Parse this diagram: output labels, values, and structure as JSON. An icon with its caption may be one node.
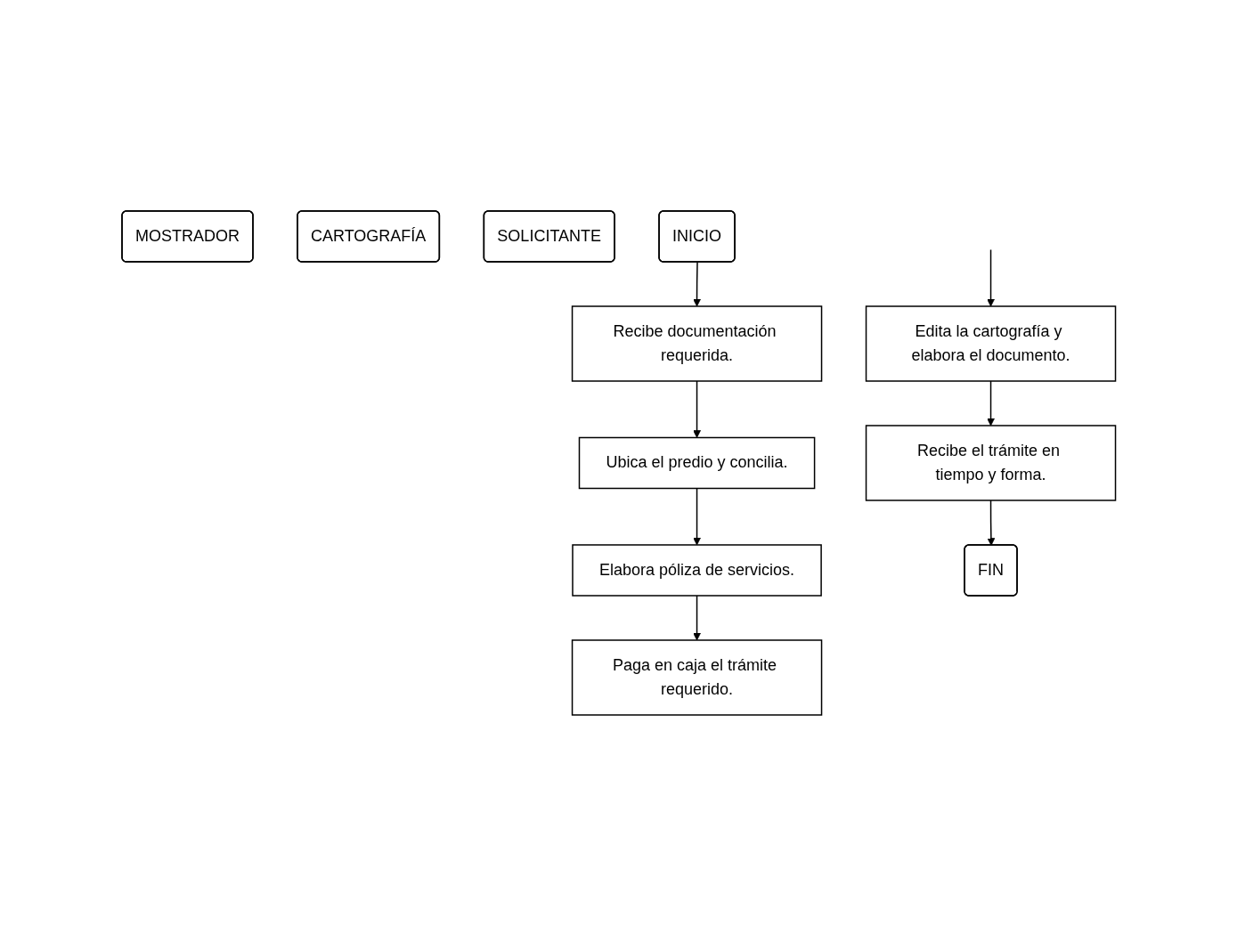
{
  "diagram": {
    "nodes": [
      {
        "text": [
          "MOSTRADOR"
        ]
      },
      {
        "text": [
          "CARTOGRAFÍA"
        ]
      },
      {
        "text": [
          "SOLICITANTE"
        ]
      },
      {
        "text": [
          "INICIO"
        ]
      },
      {
        "text": [
          "Recibe documentación requerida."
        ]
      },
      {
        "text": [
          "Ubica el predio y concilia."
        ]
      },
      {
        "text": [
          "Elabora póliza de servicios."
        ]
      },
      {
        "text": [
          "Paga en caja el trámite requerido."
        ]
      },
      {
        "text": [
          "Edita la cartografía y elabora el documento."
        ]
      },
      {
        "text": [
          "Recibe el trámite en tiempo y forma."
        ]
      },
      {
        "text": [
          "FIN"
        ]
      }
    ],
    "edges": [
      {
        "from": 3,
        "to": 4,
        "arrow": "to"
      },
      {
        "from": 4,
        "to": 5,
        "arrow": "to"
      },
      {
        "from": 5,
        "to": 6,
        "arrow": "to"
      },
      {
        "from": 6,
        "to": 7,
        "arrow": "to"
      },
      {
        "from": null,
        "to": 8,
        "arrow": "to"
      },
      {
        "from": 8,
        "to": 9,
        "arrow": "to"
      },
      {
        "from": 9,
        "to": 10,
        "arrow": "to"
      }
    ]
  }
}
